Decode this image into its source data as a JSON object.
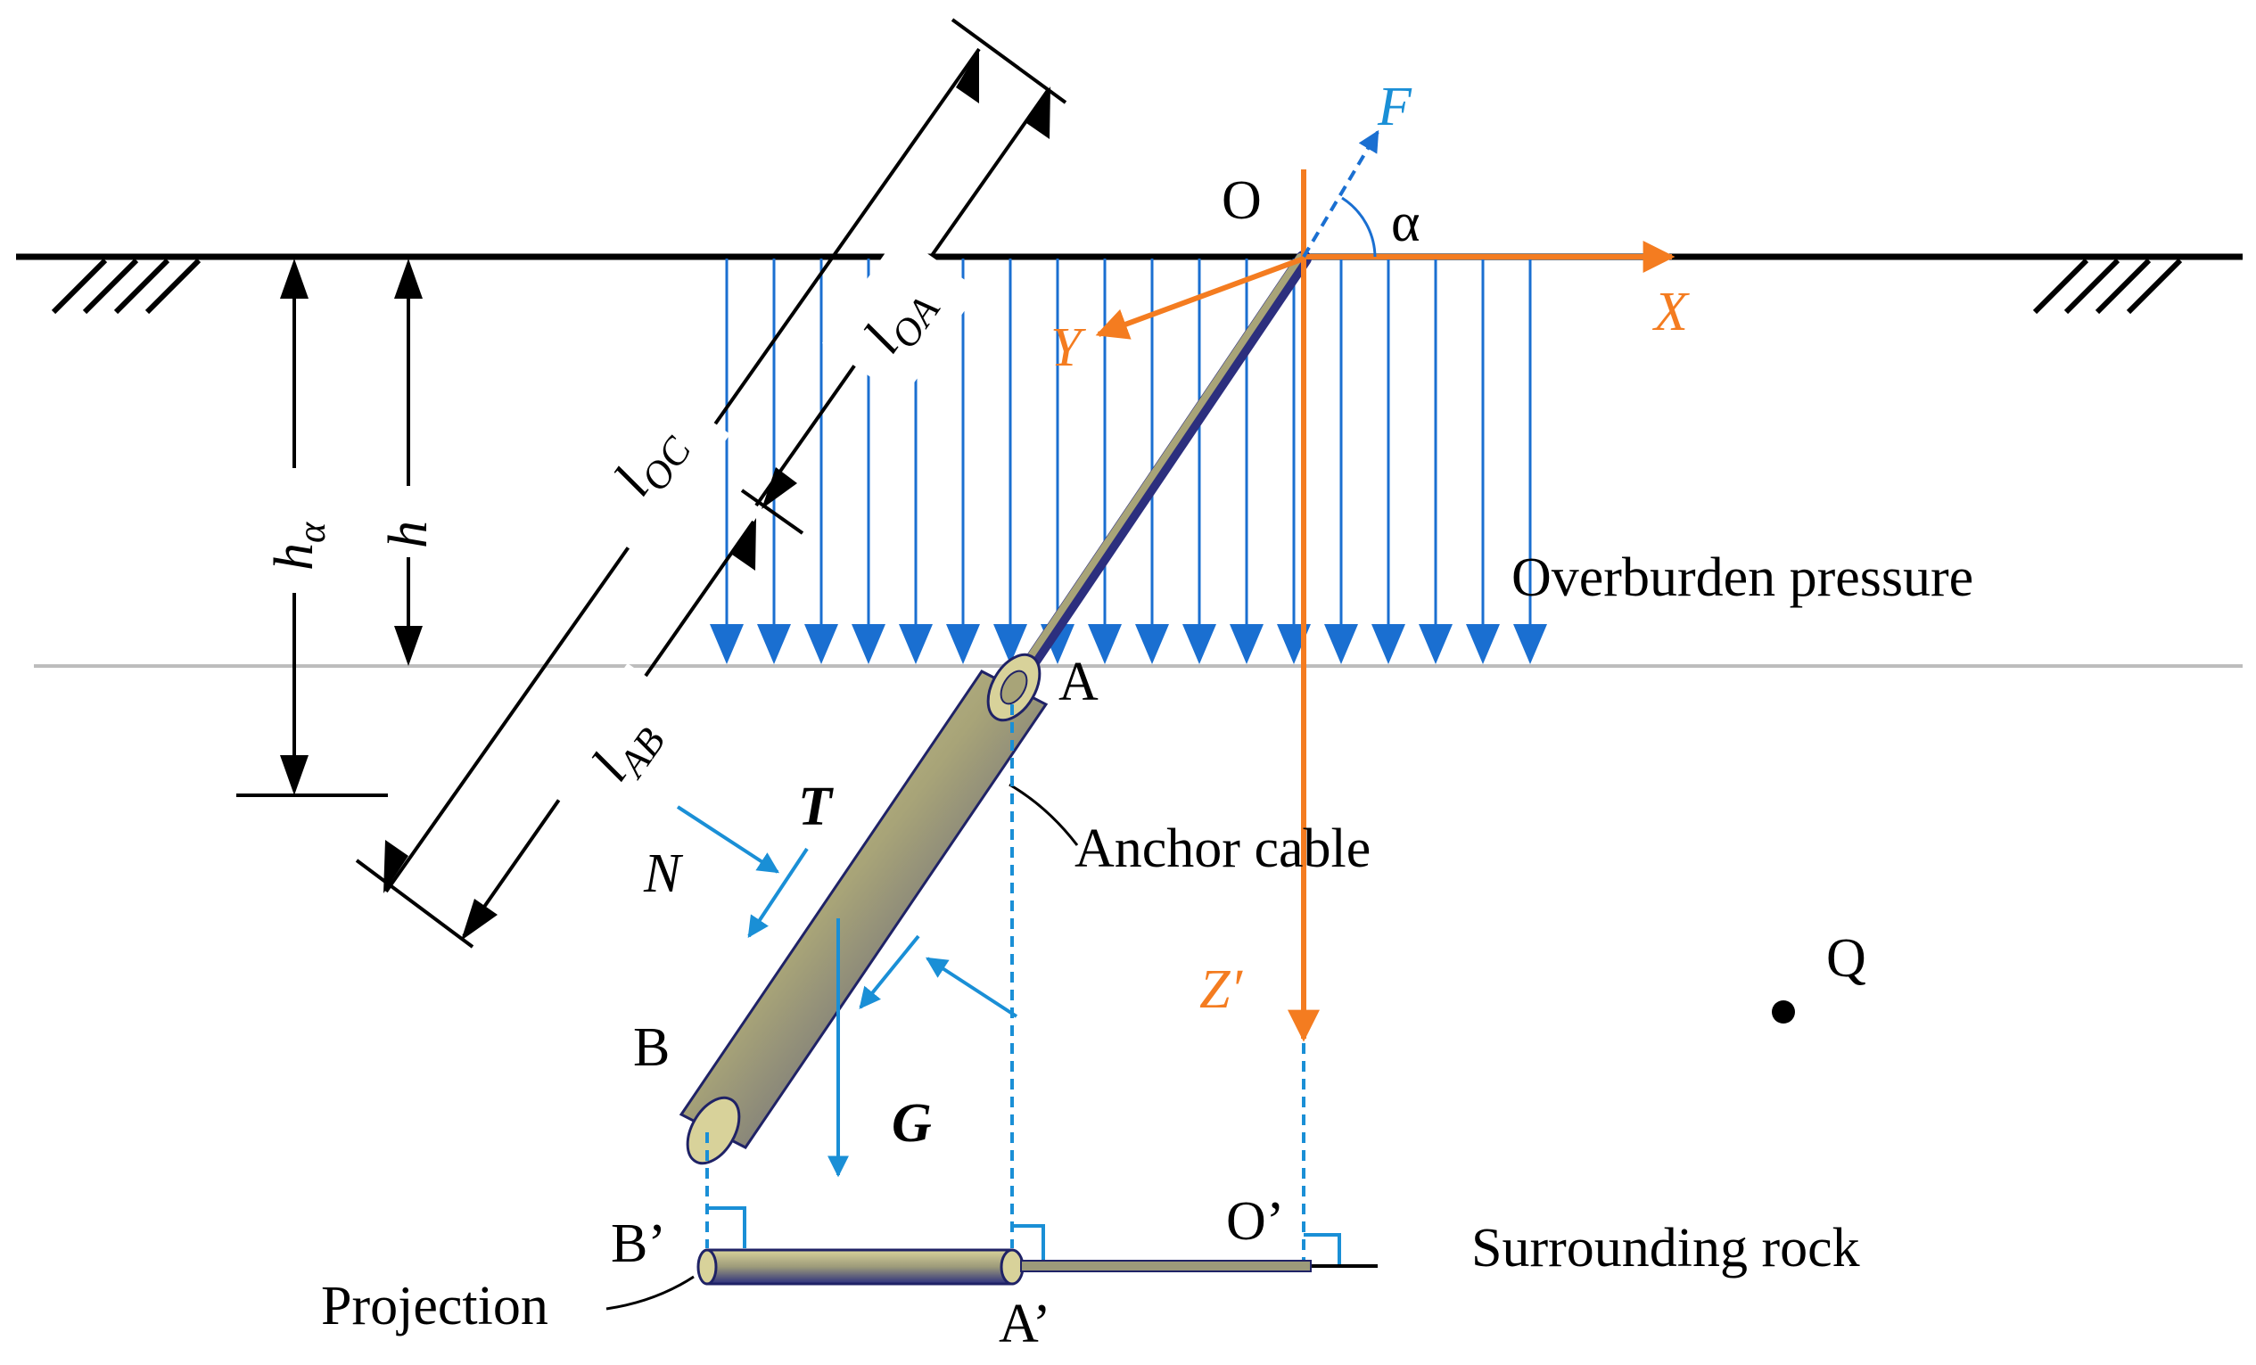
{
  "labels": {
    "O": "O",
    "alpha": "α",
    "F": "F",
    "X": "X",
    "Y": "Y",
    "Z_prime": "Z′",
    "l": "l",
    "sub_OA": "OA",
    "sub_OC": "OC",
    "sub_AB": "AB",
    "h": "h",
    "h_alpha_base": "h",
    "h_alpha_sub": "α",
    "overburden_pressure": "Overburden pressure",
    "A": "A",
    "T": "T",
    "N": "N",
    "G": "G",
    "anchor_cable": "Anchor cable",
    "B": "B",
    "Q": "Q",
    "B_prime": "B’",
    "O_prime": "O’",
    "A_prime": "A’",
    "projection": "Projection",
    "surrounding_rock": "Surrounding rock"
  },
  "colors": {
    "axis_orange": "#f47c20",
    "pressure_blue": "#1a6fd1",
    "force_blue": "#1a8fd6",
    "cable_gold": "#b9b27c",
    "cable_navy": "#2c2f7e",
    "ground_line": "#000000",
    "interface_line": "#bdbdbd"
  }
}
